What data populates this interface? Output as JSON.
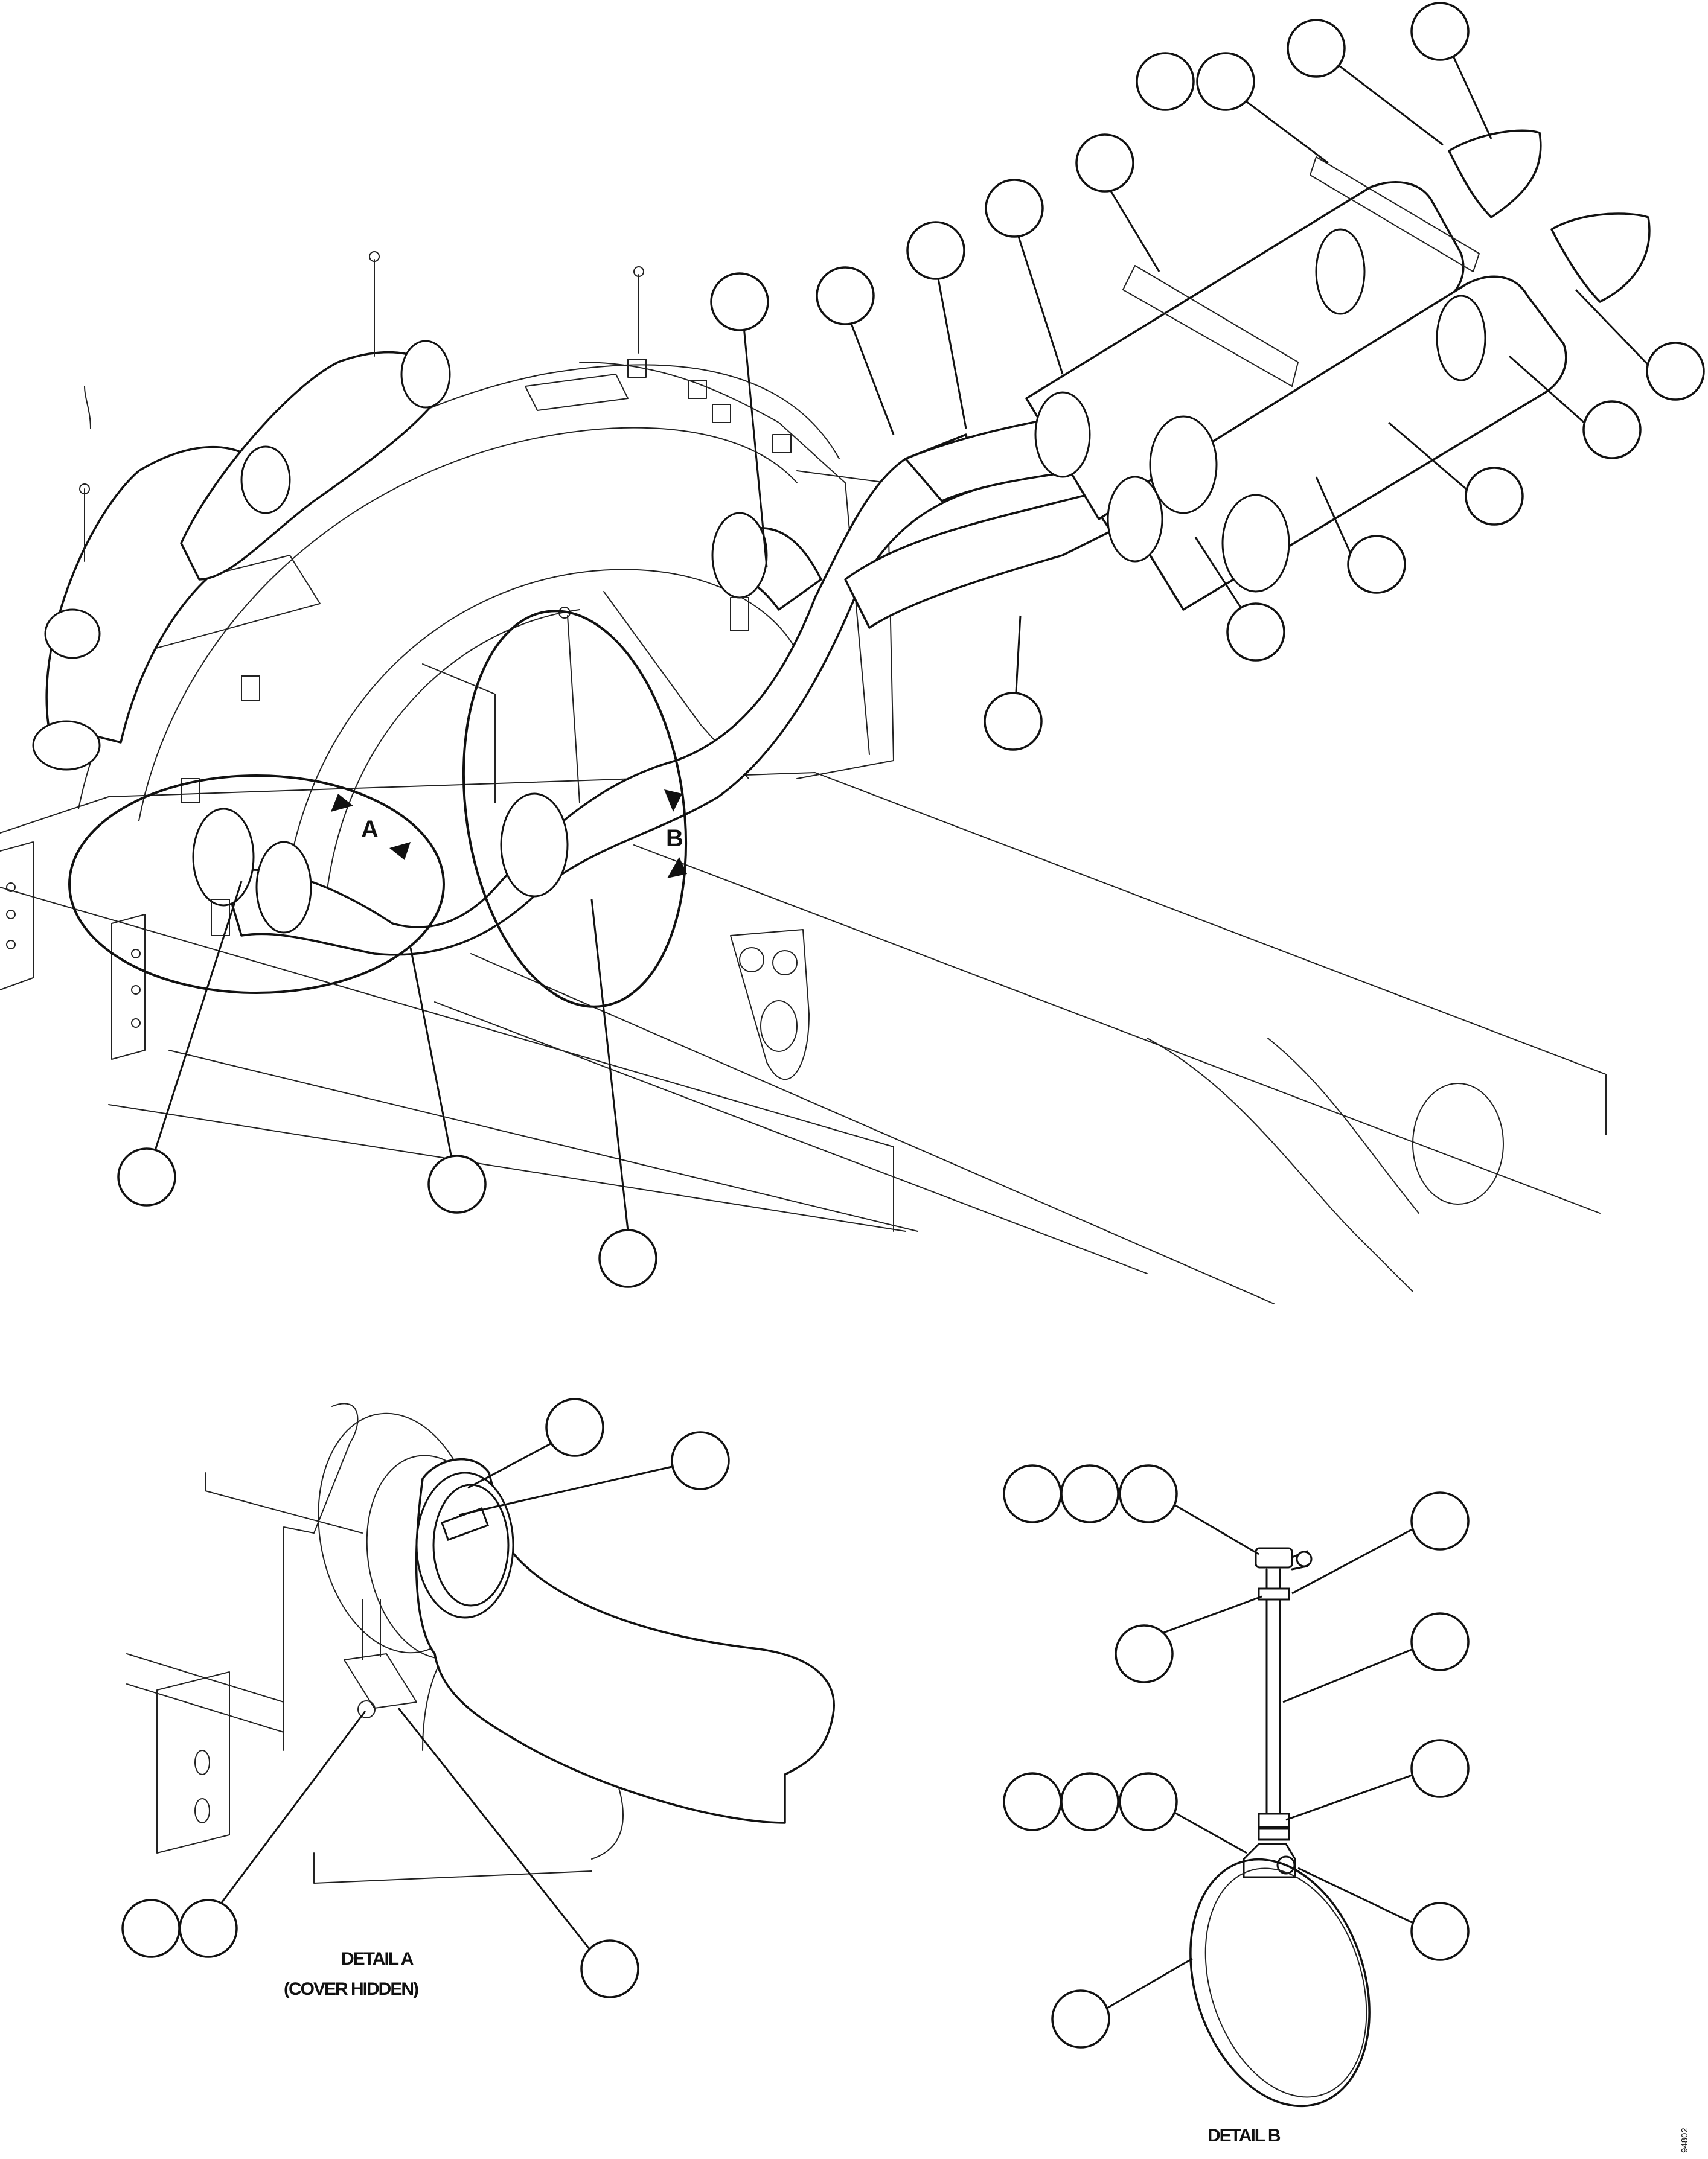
{
  "detail_markers": {
    "a": "A",
    "b": "B"
  },
  "captions": {
    "detail_a": "DETAIL A",
    "detail_a_note": "(COVER HIDDEN)",
    "detail_b": "DETAIL B"
  },
  "figure_id": "94802"
}
